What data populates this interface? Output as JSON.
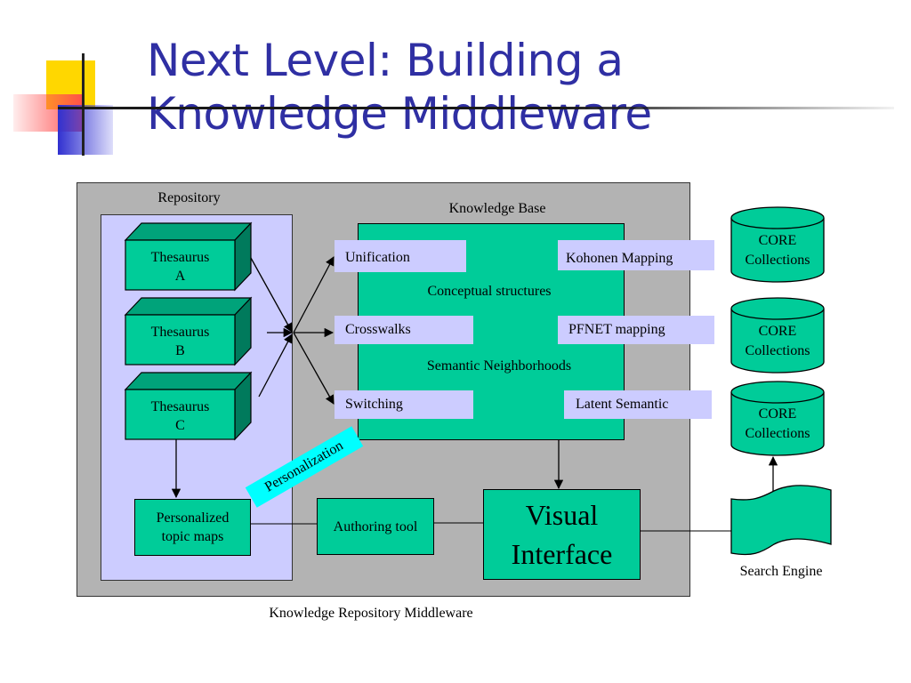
{
  "slide": {
    "title_line1": "Next Level: Building a",
    "title_line2": "Knowledge Middleware"
  },
  "diagram": {
    "outer_caption": "Knowledge Repository Middleware",
    "repository": {
      "label": "Repository",
      "thesauri": [
        {
          "line1": "Thesaurus",
          "line2": "A"
        },
        {
          "line1": "Thesaurus",
          "line2": "B"
        },
        {
          "line1": "Thesaurus",
          "line2": "C"
        }
      ],
      "topic_maps": {
        "line1": "Personalized",
        "line2": "topic maps"
      }
    },
    "knowledge_base": {
      "label": "Knowledge Base",
      "row1_caption": "Conceptual structures",
      "row2_caption": "Semantic Neighborhoods",
      "left_items": [
        "Unification",
        "Crosswalks",
        "Switching"
      ],
      "right_items": [
        "Kohonen Mapping",
        "PFNET mapping",
        "Latent Semantic"
      ]
    },
    "personalization": "Personalization",
    "authoring_tool": "Authoring tool",
    "visual_interface": {
      "line1": "Visual",
      "line2": "Interface"
    },
    "collections": [
      {
        "line1": "CORE",
        "line2": "Collections"
      },
      {
        "line1": "CORE",
        "line2": "Collections"
      },
      {
        "line1": "CORE",
        "line2": "Collections"
      }
    ],
    "search_engine": "Search Engine"
  },
  "colors": {
    "title": "#2f2fa3",
    "panel_gray": "#b3b3b3",
    "repository_fill": "#ccccff",
    "node_green": "#00cc99",
    "personalization_cyan": "#00ffff"
  }
}
